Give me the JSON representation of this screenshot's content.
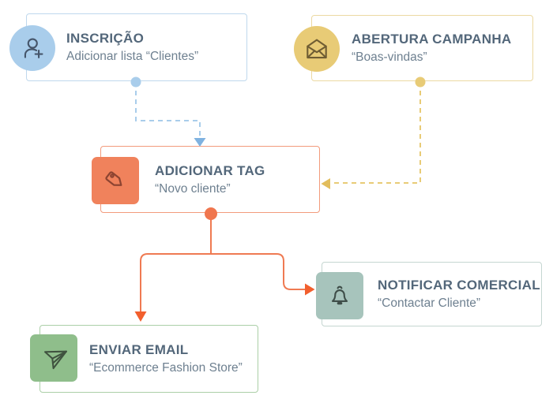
{
  "diagram": {
    "background": "#ffffff",
    "nodes": [
      {
        "id": "inscricao",
        "title": "INSCRIÇÃO",
        "subtitle": "Adicionar lista “Clientes”",
        "icon": "user-plus-icon",
        "icon_shape": "circle",
        "accent_color": "#a9cdeb",
        "border_color": "#bfd8ed"
      },
      {
        "id": "abertura-campanha",
        "title": "ABERTURA CAMPANHA",
        "subtitle": "“Boas-vindas”",
        "icon": "open-envelope-icon",
        "icon_shape": "circle",
        "accent_color": "#e8cb76",
        "border_color": "#ecd9a2"
      },
      {
        "id": "adicionar-tag",
        "title": "ADICIONAR TAG",
        "subtitle": "“Novo cliente”",
        "icon": "tag-icon",
        "icon_shape": "rounded-square",
        "accent_color": "#f0825c",
        "border_color": "#f29b7c"
      },
      {
        "id": "notificar-comercial",
        "title": "NOTIFICAR COMERCIAL",
        "subtitle": "“Contactar Cliente”",
        "icon": "bell-icon",
        "icon_shape": "rounded-square",
        "accent_color": "#a7c4bc",
        "border_color": "#c5d6d1"
      },
      {
        "id": "enviar-email",
        "title": "ENVIAR EMAIL",
        "subtitle": "“Ecommerce Fashion Store”",
        "icon": "paper-plane-icon",
        "icon_shape": "rounded-square",
        "accent_color": "#8fbe8b",
        "border_color": "#abcfa7"
      }
    ],
    "connections": [
      {
        "from": "inscricao",
        "to": "adicionar-tag",
        "line_style": "dashed",
        "color": "#a9cdeb",
        "arrow_color": "#7fb2e0"
      },
      {
        "from": "abertura-campanha",
        "to": "adicionar-tag",
        "line_style": "dashed",
        "color": "#e8cb76",
        "arrow_color": "#e2bd5c"
      },
      {
        "from": "adicionar-tag",
        "to": "enviar-email",
        "line_style": "solid",
        "color": "#ef7a52",
        "arrow_color": "#f25f2d"
      },
      {
        "from": "adicionar-tag",
        "to": "notificar-comercial",
        "line_style": "solid",
        "color": "#ef7a52",
        "arrow_color": "#f25f2d"
      }
    ],
    "text_colors": {
      "title": "#53677a",
      "subtitle": "#6e8090"
    }
  }
}
